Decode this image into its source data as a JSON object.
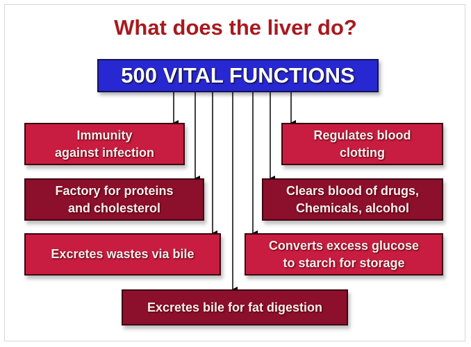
{
  "title": "What does the liver do?",
  "header": "500 VITAL FUNCTIONS",
  "functions": {
    "immunity": [
      "Immunity",
      "against infection"
    ],
    "regulates": [
      "Regulates blood",
      "clotting"
    ],
    "factory": [
      "Factory for proteins",
      "and cholesterol"
    ],
    "clears": [
      "Clears blood of drugs,",
      "Chemicals, alcohol"
    ],
    "wastes": [
      "Excretes wastes via bile"
    ],
    "converts": [
      "Converts excess glucose",
      "to starch for storage"
    ],
    "bile": [
      "Excretes bile for fat digestion"
    ]
  },
  "colors": {
    "title": "#a8191e",
    "header": "#2828d2",
    "bright_box": "#c81d40",
    "dark_box": "#8c0f2c"
  }
}
